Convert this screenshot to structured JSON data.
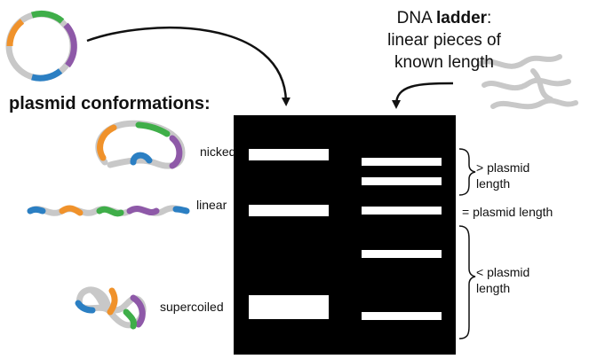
{
  "title": "plasmid conformations:",
  "ladder": {
    "prefix": "DNA ",
    "bold": "ladder",
    "suffix": ":",
    "line2": "linear pieces of",
    "line3": "known length"
  },
  "conformations": {
    "nicked": "nicked",
    "linear": "linear",
    "supercoiled": "supercoiled"
  },
  "annotations": {
    "greater_l1": "> plasmid",
    "greater_l2": "length",
    "equal": "= plasmid length",
    "less_l1": "< plasmid",
    "less_l2": "length"
  },
  "colors": {
    "backbone": "#c8c8c8",
    "orange": "#f0922b",
    "green": "#3fae49",
    "purple": "#8e59a8",
    "blue": "#2b7fc3",
    "gel": "#000000",
    "band": "#ffffff"
  }
}
